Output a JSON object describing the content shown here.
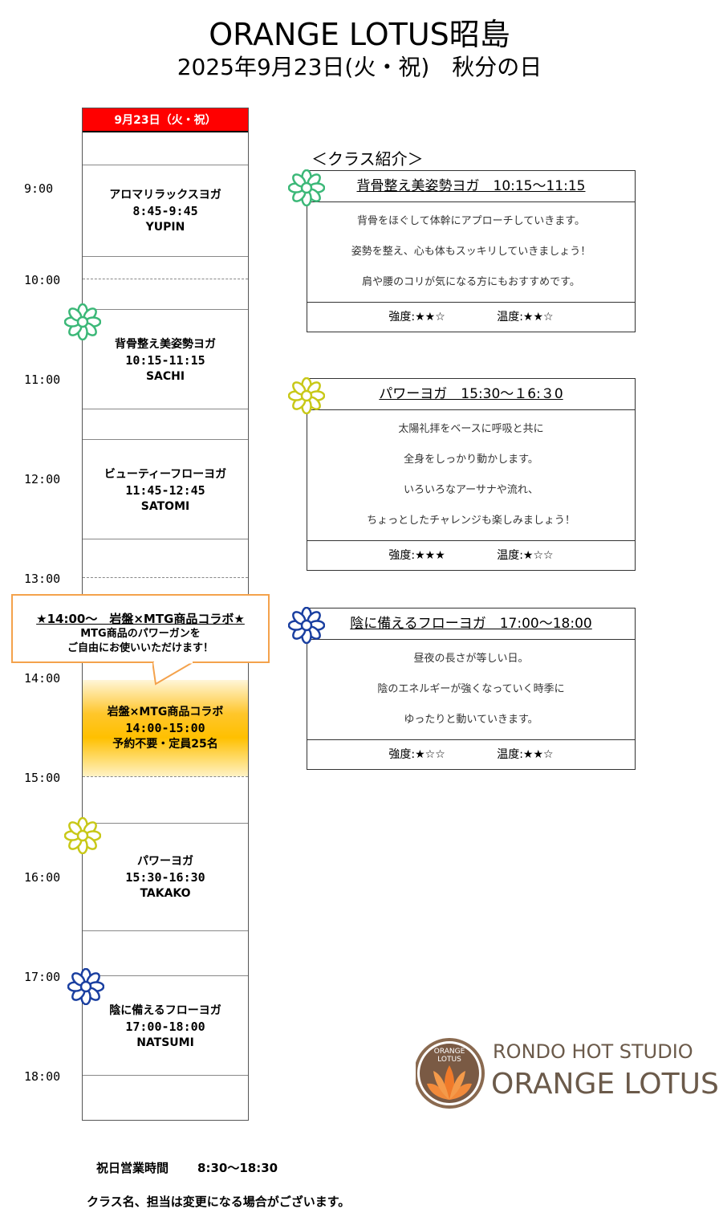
{
  "header": {
    "title": "ORANGE LOTUS昭島",
    "date_line": "2025年9月23日(火・祝)　秋分の日"
  },
  "schedule": {
    "day_label": "9月23日（火・祝）",
    "times": [
      "9:00",
      "10:00",
      "11:00",
      "12:00",
      "13:00",
      "14:00",
      "15:00",
      "16:00",
      "17:00",
      "18:00"
    ],
    "classes": [
      {
        "name": "アロマリラックスヨガ",
        "time": "8:45-9:45",
        "instructor": "YUPIN"
      },
      {
        "name": "背骨整え美姿勢ヨガ",
        "time": "10:15-11:15",
        "instructor": "SACHI"
      },
      {
        "name": "ビューティーフローヨガ",
        "time": "11:45-12:45",
        "instructor": "SATOMI"
      },
      {
        "name": "パワーヨガ",
        "time": "15:30-16:30",
        "instructor": "TAKAKO"
      },
      {
        "name": "陰に備えるフローヨガ",
        "time": "17:00-18:00",
        "instructor": "NATSUMI"
      }
    ],
    "collab": {
      "name": "岩盤×MTG商品コラボ",
      "time": "14:00-15:00",
      "note": "予約不要・定員25名"
    }
  },
  "callout": {
    "title": "★14:00～　岩盤×MTG商品コラボ★",
    "line1": "MTG商品のパワーガンを",
    "line2": "ご自由にお使いいただけます！"
  },
  "intro": {
    "heading": "＜クラス紹介＞",
    "cards": [
      {
        "title": "背骨整え美姿勢ヨガ　10:15～11:15",
        "lines": [
          "背骨をほぐして体幹にアプローチしていきます。",
          "姿勢を整え、心も体もスッキリしていきましょう！",
          "肩や腰のコリが気になる方にもおすすめです。"
        ],
        "intensity": "強度:★★☆",
        "temperature": "温度:★★☆"
      },
      {
        "title": "パワーヨガ　15:30～１6:３0",
        "lines": [
          "太陽礼拝をベースに呼吸と共に",
          "全身をしっかり動かします。",
          "いろいろなアーサナや流れ、",
          "ちょっとしたチャレンジも楽しみましょう！"
        ],
        "intensity": "強度:★★★",
        "temperature": "温度:★☆☆"
      },
      {
        "title": "陰に備えるフローヨガ　17:00～18:00",
        "lines": [
          "昼夜の長さが等しい日。",
          "陰のエネルギーが強くなっていく時季に",
          "ゆったりと動いていきます。"
        ],
        "intensity": "強度:★☆☆",
        "temperature": "温度:★★☆"
      }
    ]
  },
  "logo": {
    "badge_top": "ORANGE",
    "badge_bottom": "LOTUS",
    "sub": "RONDO HOT STUDIO",
    "main": "ORANGE LOTUS"
  },
  "footer": {
    "hours_label": "祝日営業時間",
    "hours_value": "8:30～18:30",
    "note": "クラス名、担当は変更になる場合がございます。"
  },
  "colors": {
    "header_red": "#ff0000",
    "collab_gold": "#ffc000",
    "callout_border": "#f4a24c",
    "flower_green": "#3cb878",
    "flower_yellow": "#c8c818",
    "flower_blue": "#1a3fa0"
  },
  "icons": [
    "flower-icon-green",
    "flower-icon-yellow",
    "flower-icon-blue",
    "lotus-logo-icon"
  ]
}
